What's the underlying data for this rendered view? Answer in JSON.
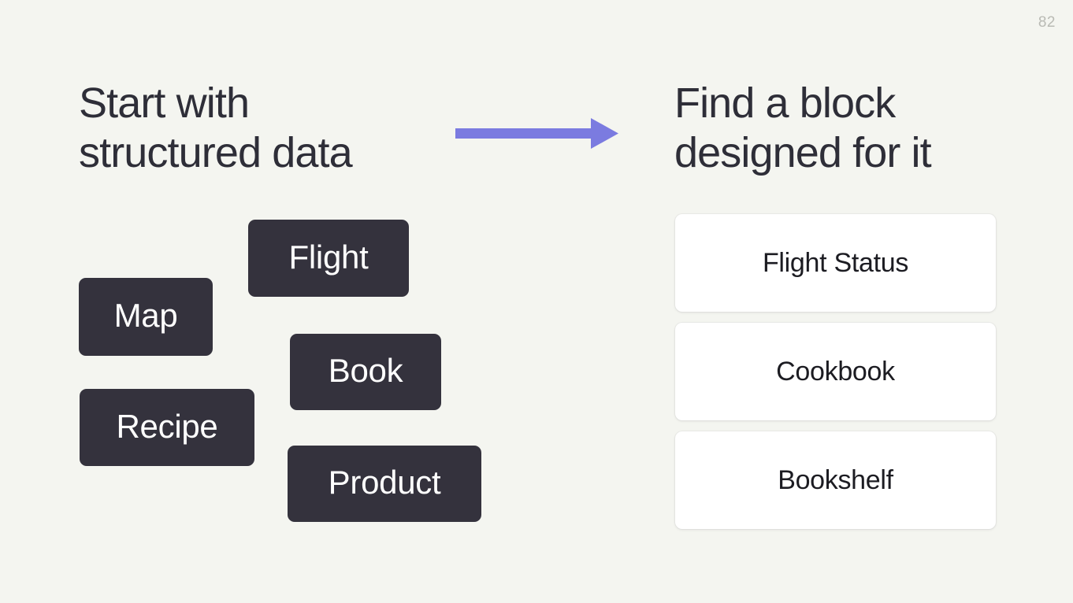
{
  "slide": {
    "page_number": "82",
    "background_color": "#f4f5f0"
  },
  "left_column": {
    "heading": "Start with\nstructured data",
    "chips": [
      {
        "label": "Flight",
        "name": "chip-flight"
      },
      {
        "label": "Map",
        "name": "chip-map"
      },
      {
        "label": "Book",
        "name": "chip-book"
      },
      {
        "label": "Recipe",
        "name": "chip-recipe"
      },
      {
        "label": "Product",
        "name": "chip-product"
      }
    ],
    "chip_color": "#34323d",
    "chip_text_color": "#ffffff"
  },
  "arrow": {
    "name": "right-arrow-icon",
    "color": "#7b7be0",
    "direction": "right"
  },
  "right_column": {
    "heading": "Find a block\ndesigned for it",
    "cards": [
      {
        "label": "Flight Status"
      },
      {
        "label": "Cookbook"
      },
      {
        "label": "Bookshelf"
      }
    ],
    "card_color": "#ffffff",
    "card_text_color": "#1c1c22"
  }
}
